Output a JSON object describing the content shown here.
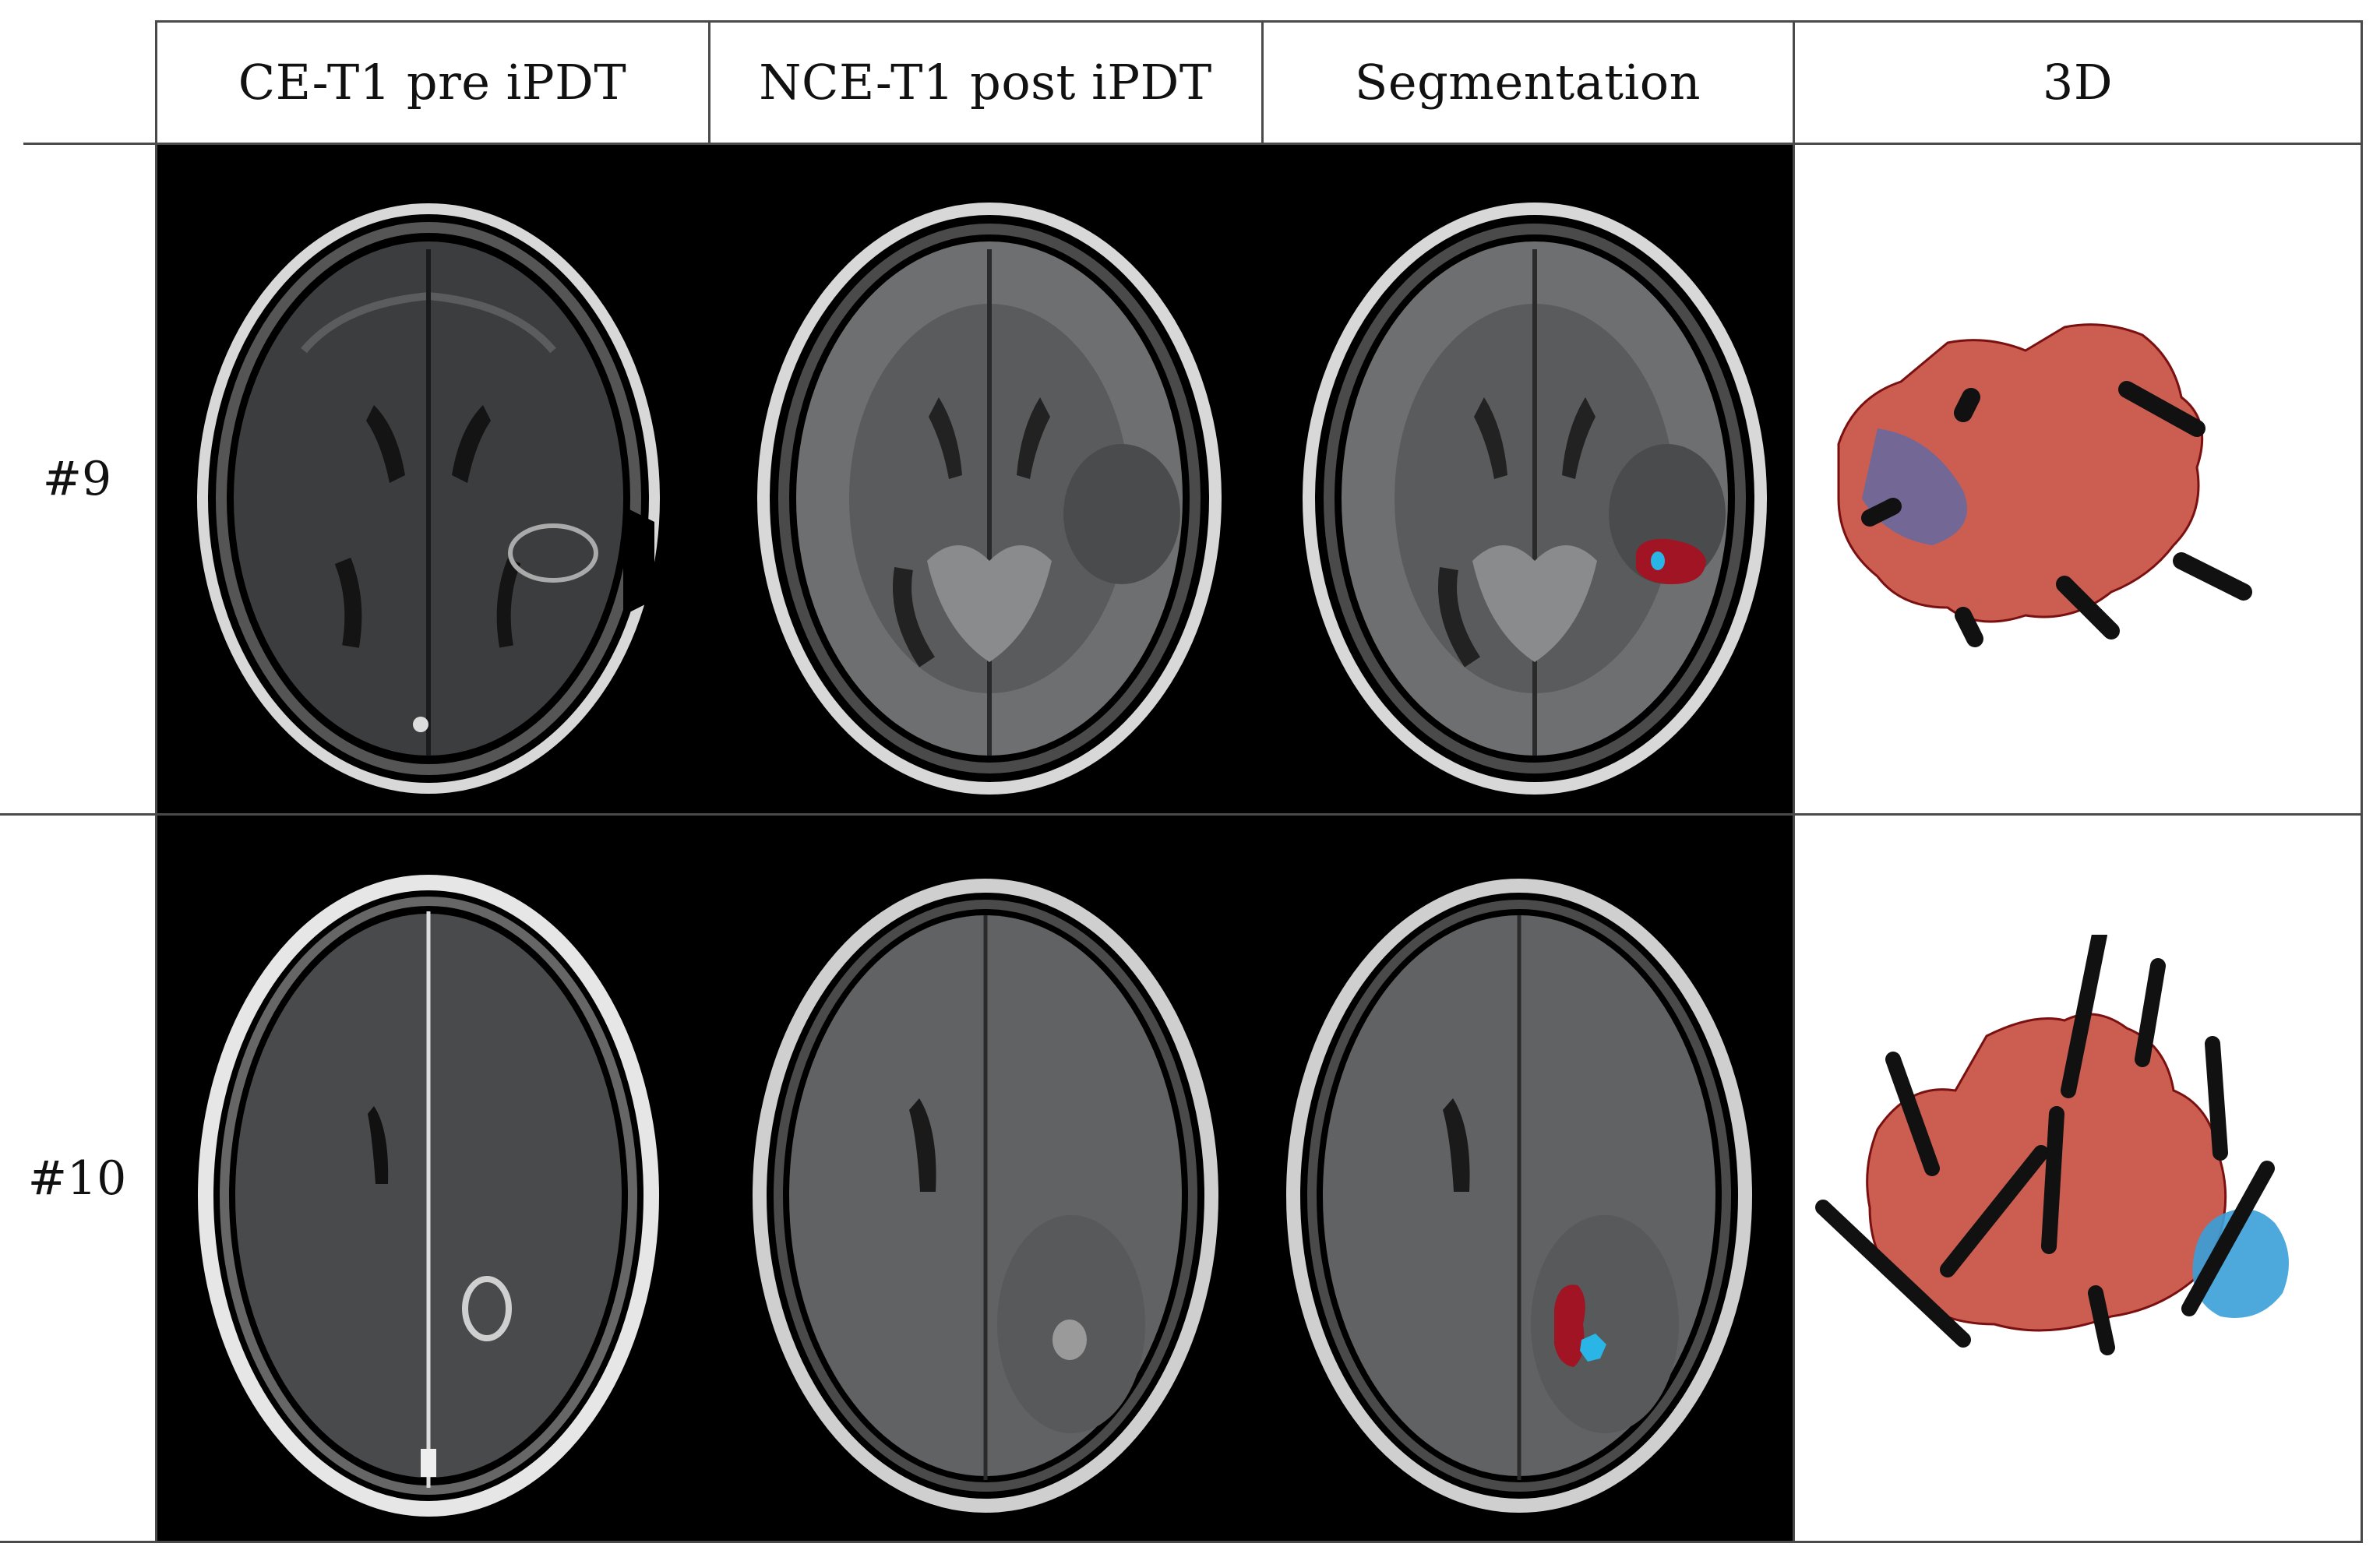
{
  "figure": {
    "columns": [
      {
        "id": "ce-t1-pre",
        "label": "CE-T1 pre iPDT"
      },
      {
        "id": "nce-t1-post",
        "label": "NCE-T1 post iPDT"
      },
      {
        "id": "segmentation",
        "label": "Segmentation"
      },
      {
        "id": "3d",
        "label": "3D"
      }
    ],
    "rows": [
      {
        "id": "case-9",
        "label": "#9"
      },
      {
        "id": "case-10",
        "label": "#10"
      }
    ],
    "colors": {
      "mri_background": "#000000",
      "segmentation_red": "#a01424",
      "segmentation_cyan": "#29b6e6",
      "render_red": "#c0392b",
      "render_blue": "#3aa0d8",
      "fiber": "#111111"
    }
  }
}
